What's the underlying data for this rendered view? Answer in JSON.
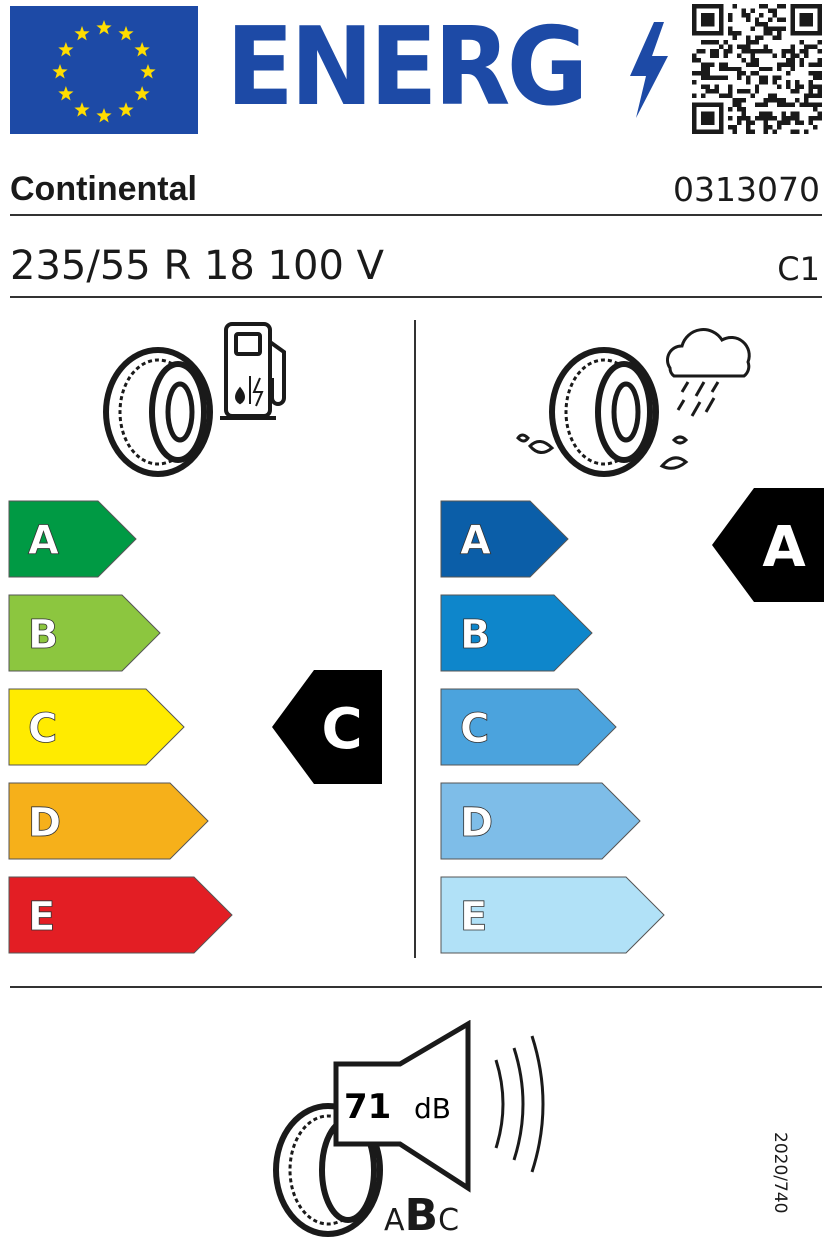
{
  "header": {
    "energy_word": "ENERG",
    "qr_icon": "qr-code-icon",
    "flag_icon": "eu-flag-icon",
    "colors": {
      "eu_blue": "#1d4aa6",
      "star_yellow": "#ffdd00"
    }
  },
  "supplier": {
    "brand": "Continental",
    "article_number": "0313070"
  },
  "tyre": {
    "size_designation": "235/55 R 18 100 V",
    "tyre_class": "C1"
  },
  "fuel_efficiency": {
    "icon": "fuel-pump-tyre-icon",
    "scale": [
      {
        "label": "A",
        "color": "#009a44"
      },
      {
        "label": "B",
        "color": "#8cc63f"
      },
      {
        "label": "C",
        "color": "#ffeb00"
      },
      {
        "label": "D",
        "color": "#f6b01a"
      },
      {
        "label": "E",
        "color": "#e31e24"
      }
    ],
    "rating": "C"
  },
  "wet_grip": {
    "icon": "rain-cloud-tyre-icon",
    "scale": [
      {
        "label": "A",
        "color": "#0b5ea8"
      },
      {
        "label": "B",
        "color": "#0e86cb"
      },
      {
        "label": "C",
        "color": "#4ba3dd"
      },
      {
        "label": "D",
        "color": "#7ebde8"
      },
      {
        "label": "E",
        "color": "#b1e1f7"
      }
    ],
    "rating": "A"
  },
  "noise": {
    "icon": "speaker-tyre-icon",
    "value": "71",
    "unit": "dB",
    "classes": [
      "A",
      "B",
      "C"
    ],
    "active_class": "B"
  },
  "regulation": "2020/740"
}
